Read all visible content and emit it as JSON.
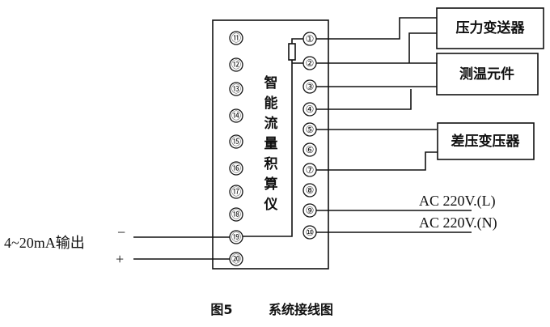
{
  "instrument": {
    "name_chars": [
      "智",
      "能",
      "流",
      "量",
      "积",
      "算",
      "仪"
    ]
  },
  "terminals_left": [
    "⑪",
    "⑫",
    "⑬",
    "⑭",
    "⑮",
    "⑯",
    "⑰",
    "⑱",
    "⑲",
    "⑳"
  ],
  "terminals_right": [
    "①",
    "②",
    "③",
    "④",
    "⑤",
    "⑥",
    "⑦",
    "⑧",
    "⑨",
    "⑩"
  ],
  "devices": {
    "pressure_transmitter": "压力变送器",
    "temperature_sensor": "测温元件",
    "differential_pressure": "差压变压器"
  },
  "power": {
    "line": "AC 220V.(L)",
    "neutral": "AC 220V.(N)"
  },
  "output": {
    "label": "4~20mA输出",
    "minus": "−",
    "plus": "+"
  },
  "caption": {
    "figure": "图5",
    "title": "系统接线图"
  }
}
